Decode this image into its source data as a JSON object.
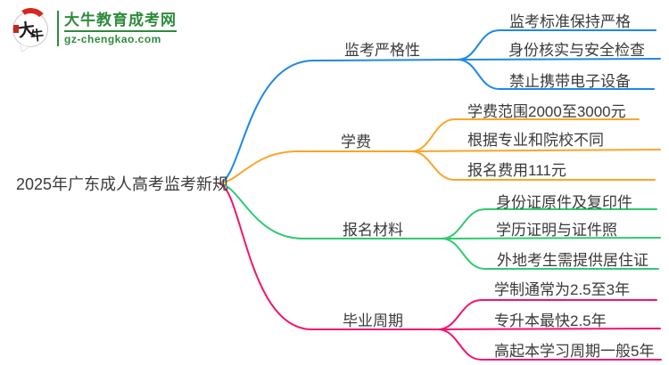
{
  "logo": {
    "icon_char_1": "大",
    "icon_char_2": "牛",
    "site_name": "大牛教育成考网",
    "site_url": "gz-chengkao.com",
    "brand_color": "#2e8b3c",
    "icon_accent_color": "#d6281e"
  },
  "mindmap": {
    "root_label": "2025年广东成人高考监考新规",
    "branches": [
      {
        "label": "监考严格性",
        "color": "#1e88e8",
        "children": [
          "监考标准保持严格",
          "身份核实与安全检查",
          "禁止携带电子设备"
        ]
      },
      {
        "label": "学费",
        "color": "#f9a62b",
        "children": [
          "学费范围2000至3000元",
          "根据专业和院校不同",
          "报名费用111元"
        ]
      },
      {
        "label": "报名材料",
        "color": "#2ecb71",
        "children": [
          "身份证原件及复印件",
          "学历证明与证件照",
          "外地考生需提供居住证"
        ]
      },
      {
        "label": "毕业周期",
        "color": "#f2146e",
        "children": [
          "学制通常为2.5至3年",
          "专升本最快2.5年",
          "高起本学习周期一般5年"
        ]
      }
    ]
  }
}
